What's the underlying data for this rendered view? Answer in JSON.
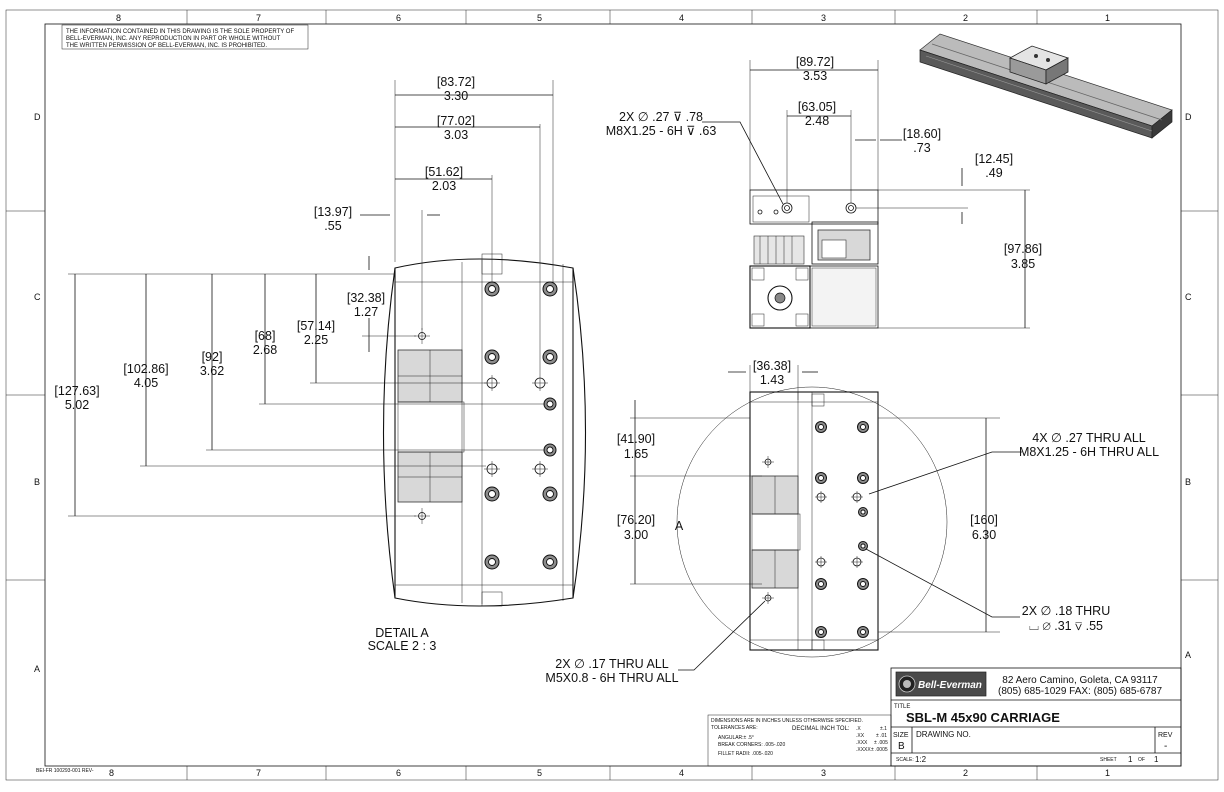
{
  "sheet": {
    "proprietary_notice": [
      "THE INFORMATION CONTAINED IN THIS DRAWING IS THE SOLE PROPERTY OF",
      "BELL-EVERMAN, INC. ANY REPRODUCTION IN PART OR WHOLE WITHOUT",
      "THE WRITTEN PERMISSION OF BELL-EVERMAN, INC. IS PROHIBITED."
    ],
    "form_number": "BEI-FR 100293-001 REV-",
    "zone_columns": [
      "8",
      "7",
      "6",
      "5",
      "4",
      "3",
      "2",
      "1"
    ],
    "zone_rows": [
      "D",
      "C",
      "B",
      "A"
    ]
  },
  "detail_a": {
    "caption_line1": "DETAIL A",
    "caption_line2": "SCALE 2 : 3",
    "dims": {
      "d8372": "[83.72]",
      "d330": "3.30",
      "d7702": "[77.02]",
      "d303": "3.03",
      "d5162": "[51.62]",
      "d203": "2.03",
      "d1397": "[13.97]",
      "d55": ".55",
      "d3238": "[32.38]",
      "d127": "1.27",
      "d5714": "[57.14]",
      "d225": "2.25",
      "d68": "[68]",
      "d268": "2.68",
      "d92": "[92]",
      "d362": "3.62",
      "d10286": "[102.86]",
      "d405": "4.05",
      "d12763": "[127.63]",
      "d502": "5.02"
    }
  },
  "end_view": {
    "dims": {
      "d8972": "[89.72]",
      "d353": "3.53",
      "d6305": "[63.05]",
      "d248": "2.48",
      "d1860": "[18.60]",
      "d73": ".73",
      "d1245": "[12.45]",
      "d49": ".49",
      "d9786": "[97.86]",
      "d385": "3.85"
    },
    "note_line1": "2X ∅ .27 ⊽ .78",
    "note_line2": "M8X1.25  - 6H ⊽ .63"
  },
  "top_view": {
    "detail_label": "A",
    "dims": {
      "d3638": "[36.38]",
      "d143": "1.43",
      "d4190": "[41.90]",
      "d165": "1.65",
      "d7620": "[76.20]",
      "d300": "3.00",
      "d160": "[160]",
      "d630": "6.30"
    },
    "note_4x_line1": "4X ∅ .27 THRU ALL",
    "note_4x_line2": "M8X1.25  - 6H THRU ALL",
    "note_2x18_line1": "2X ∅ .18 THRU",
    "note_2x18_line2": "⌴ ∅ .31 ⊽ .55",
    "note_2x17_line1": "2X ∅ .17 THRU ALL",
    "note_2x17_line2": "M5X0.8  - 6H THRU ALL"
  },
  "tolerances": {
    "line1": "DIMENSIONS ARE IN INCHES UNLESS OTHERWISE SPECIFIED.",
    "line2": "TOLERANCES ARE:",
    "decimal_label": "DECIMAL INCH TOL:",
    "angular": "ANGULAR:± .5°",
    "break_corners": "BREAK CORNERS: .005-.020",
    "fillet_radii": "FILLET RADII: .005-.020",
    "x": ".X",
    "x_tol": "±.1",
    "xx": ".XX",
    "xx_tol": "± .01",
    "xxx": ".XXX",
    "xxx_tol": "± .005",
    "xxxx": ".XXXX",
    "xxxx_tol": "± .0005"
  },
  "title_block": {
    "company_logo_text": "Bell-Everman",
    "address_line1": "82 Aero Camino, Goleta, CA 93117",
    "address_line2": "(805) 685-1029 FAX: (805) 685-6787",
    "title_label": "TITLE",
    "title": "SBL-M 45x90 CARRIAGE",
    "size_label": "SIZE",
    "size_value": "B",
    "drawing_no_label": "DRAWING NO.",
    "rev_label": "REV",
    "rev_value": "-",
    "scale_label": "SCALE:",
    "scale_value": "1:2",
    "sheet_label": "SHEET",
    "sheet_value": "1",
    "of_label": "OF",
    "of_value": "1"
  },
  "colors": {
    "line": "#111111",
    "part_shading": "#9a9a9a",
    "light_shading": "#d8d8d8"
  }
}
